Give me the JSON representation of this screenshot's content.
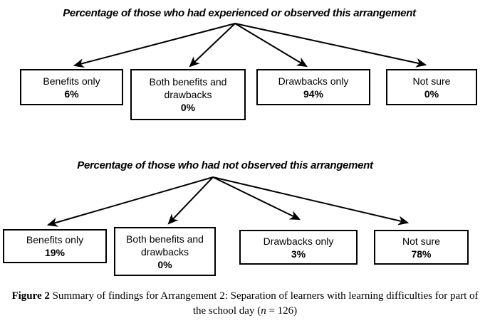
{
  "sections": [
    {
      "title": "Percentage of those who had experienced or observed this arrangement",
      "boxes": [
        {
          "label": "Benefits only",
          "value": "6%"
        },
        {
          "label": "Both benefits and drawbacks",
          "value": "0%"
        },
        {
          "label": "Drawbacks only",
          "value": "94%"
        },
        {
          "label": "Not sure",
          "value": "0%"
        }
      ]
    },
    {
      "title": "Percentage of those who had not observed this arrangement",
      "boxes": [
        {
          "label": "Benefits only",
          "value": "19%"
        },
        {
          "label": "Both benefits and drawbacks",
          "value": "0%"
        },
        {
          "label": "Drawbacks only",
          "value": "3%"
        },
        {
          "label": "Not sure",
          "value": "78%"
        }
      ]
    }
  ],
  "caption": {
    "figure_label": "Figure 2",
    "line1_rest": " Summary of findings for Arrangement 2: Separation of learners with learning difficulties for part of",
    "line2_pre": "the school day (",
    "n_symbol": "n",
    "line2_post": " = 126)"
  },
  "colors": {
    "ink": "#000000",
    "background": "#ffffff"
  }
}
